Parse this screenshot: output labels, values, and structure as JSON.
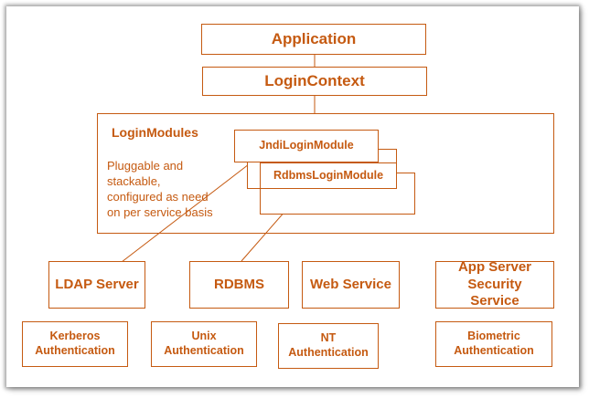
{
  "application_label": "Application",
  "login_context_label": "LoginContext",
  "login_modules": {
    "title": "LoginModules",
    "description": "Pluggable and\nstackable,\nconfigured as need\non per service basis",
    "jndi_module": "JndiLoginModule",
    "rdbms_module": "RdbmsLoginModule"
  },
  "services": {
    "ldap": "LDAP Server",
    "rdbms": "RDBMS",
    "web_service": "Web Service",
    "app_server_security": "App Server Security\nService"
  },
  "authentication": {
    "kerberos": "Kerberos\nAuthentication",
    "unix": "Unix\nAuthentication",
    "nt": "NT\nAuthentication",
    "biometric": "Biometric\nAuthentication"
  },
  "colors": {
    "accent": "#c55a11",
    "background": "#ffffff"
  }
}
